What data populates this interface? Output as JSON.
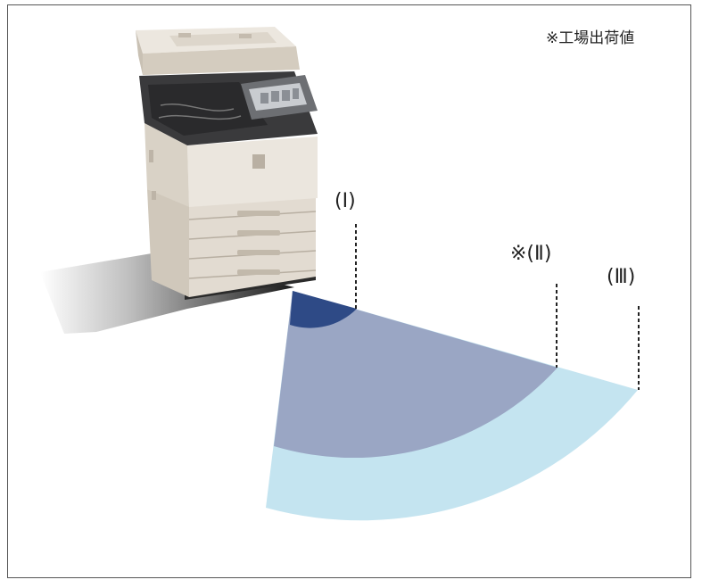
{
  "note": "※工場出荷値",
  "zones": [
    {
      "label": "(Ⅰ)",
      "color": "#2e4a86"
    },
    {
      "label": "※(Ⅱ)",
      "color": "#9aa6c4"
    },
    {
      "label": "(Ⅲ)",
      "color": "#c4e4f0"
    }
  ],
  "device": {
    "icon": "multifunction-printer-icon"
  }
}
